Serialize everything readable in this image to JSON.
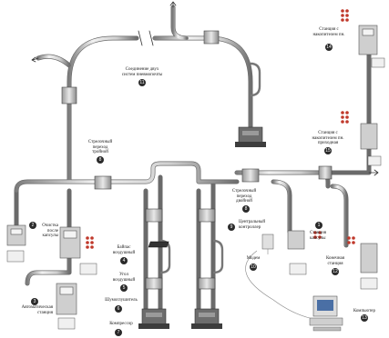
{
  "diagram": {
    "labels": {
      "interconnect": "Соединение двух\nсистем пневмопочты",
      "interconnect_num": "11",
      "turntable_three": "Стрелочный\nпереход\nтройной",
      "turntable_three_num": "8",
      "turntable_double": "Стрелочный\nпереход\nдвойной",
      "turntable_double_num": "8",
      "cleaning_station": "Очистка\nпосле\nкапсулы",
      "cleaning_station_num": "2",
      "auto_station": "Автоматическая\nстанция",
      "auto_station_num": "3",
      "air_bypass": "Байпас\nвоздушный",
      "air_bypass_num": "4",
      "air_angle": "Угол\nвоздушный",
      "air_angle_num": "5",
      "silencer": "Шумоглушитель",
      "silencer_num": "6",
      "compressor": "Компрессор",
      "compressor_num": "7",
      "controller": "Центральный\nконтроллер",
      "controller_num": "9",
      "modem": "Модем",
      "modem_num": "10",
      "station_capsules": "Станция\nкапсулы",
      "station_capsules_num": "1",
      "end_station": "Конечная\nстанция",
      "end_station_num": "12",
      "computer": "Компьютер",
      "computer_num": "13",
      "station_top": "Станция с\nнакопителем пн.",
      "station_top_num": "14",
      "station_mid": "Станция с\nнакопителем пн.\nприходная",
      "station_mid_num": "15"
    }
  },
  "colors": {
    "pipe_light": "#e6e6e6",
    "pipe_dark": "#8c8c8c",
    "capsule_red": "#c0392b",
    "station_body": "#cfcfcf"
  }
}
